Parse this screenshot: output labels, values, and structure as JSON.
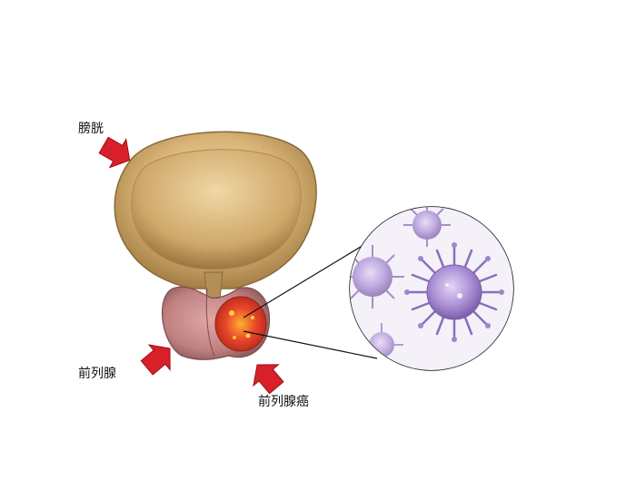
{
  "labels": {
    "bladder": "膀胱",
    "prostate": "前列腺",
    "prostate_cancer": "前列腺癌"
  },
  "colors": {
    "background": "#ffffff",
    "arrow": "#d8202a",
    "bladder_outer": "#c9a66b",
    "bladder_inner": "#e2c48a",
    "prostate": "#c98a8a",
    "tumor": "#e0402a",
    "cell": "#9b7fc8",
    "leader_line": "#111111"
  },
  "icons": [
    "red-arrow-icon",
    "virus-cell-icon"
  ]
}
